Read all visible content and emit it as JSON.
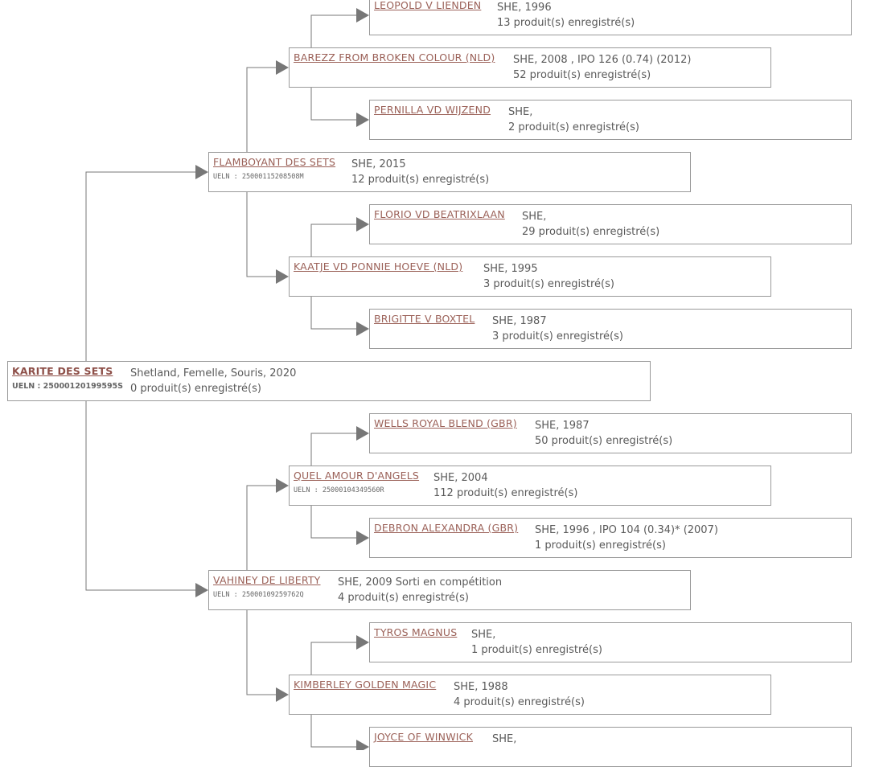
{
  "nodes": [
    {
      "id": "g1",
      "name": "LEOPOLD V LIENDEN",
      "ueln": "",
      "details": "SHE, 1996",
      "products": "13 produit(s) enregistré(s)"
    },
    {
      "id": "p1",
      "name": "BAREZZ FROM BROKEN COLOUR (NLD)",
      "ueln": "",
      "details": "SHE, 2008 , IPO 126 (0.74) (2012)",
      "products": "52 produit(s) enregistré(s)"
    },
    {
      "id": "g2",
      "name": "PERNILLA VD WIJZEND",
      "ueln": "",
      "details": "SHE,",
      "products": "2 produit(s) enregistré(s)"
    },
    {
      "id": "s",
      "name": "FLAMBOYANT DES SETS",
      "ueln": "UELN : 25000115208508M",
      "details": "SHE, 2015",
      "products": "12 produit(s) enregistré(s)"
    },
    {
      "id": "g3",
      "name": "FLORIO VD BEATRIXLAAN",
      "ueln": "",
      "details": "SHE,",
      "products": "29 produit(s) enregistré(s)"
    },
    {
      "id": "p2",
      "name": "KAATJE VD PONNIE HOEVE (NLD)",
      "ueln": "",
      "details": "SHE, 1995",
      "products": "3 produit(s) enregistré(s)"
    },
    {
      "id": "g4",
      "name": "BRIGITTE V BOXTEL",
      "ueln": "",
      "details": "SHE, 1987",
      "products": "3 produit(s) enregistré(s)"
    },
    {
      "id": "root",
      "name": "KARITE DES SETS",
      "ueln": "UELN : 25000120199595S",
      "details": "Shetland, Femelle, Souris, 2020",
      "products": "0 produit(s) enregistré(s)"
    },
    {
      "id": "g5",
      "name": "WELLS ROYAL BLEND (GBR)",
      "ueln": "",
      "details": "SHE, 1987",
      "products": "50 produit(s) enregistré(s)"
    },
    {
      "id": "p3",
      "name": "QUEL AMOUR D'ANGELS",
      "ueln": "UELN : 25000104349560R",
      "details": "SHE, 2004",
      "products": "112 produit(s) enregistré(s)"
    },
    {
      "id": "g6",
      "name": "DEBRON ALEXANDRA (GBR)",
      "ueln": "",
      "details": "SHE, 1996 , IPO 104 (0.34)* (2007)",
      "products": "1 produit(s) enregistré(s)"
    },
    {
      "id": "d",
      "name": "VAHINEY DE LIBERTY",
      "ueln": "UELN : 25000109259762Q",
      "details": "SHE, 2009 Sorti en compétition",
      "products": "4 produit(s) enregistré(s)"
    },
    {
      "id": "g7",
      "name": "TYROS MAGNUS",
      "ueln": "",
      "details": "SHE,",
      "products": "1 produit(s) enregistré(s)"
    },
    {
      "id": "p4",
      "name": "KIMBERLEY GOLDEN MAGIC",
      "ueln": "",
      "details": "SHE, 1988",
      "products": "4 produit(s) enregistré(s)"
    },
    {
      "id": "g8",
      "name": "JOYCE OF WINWICK",
      "ueln": "",
      "details": "SHE,",
      "products": ""
    }
  ],
  "colors": {
    "link": "#9b6158",
    "text": "#5a5a5a",
    "border": "#9a9a9a",
    "connector": "#777777"
  },
  "icons": {
    "connector_arrow": "triangle-arrow-right-icon"
  }
}
